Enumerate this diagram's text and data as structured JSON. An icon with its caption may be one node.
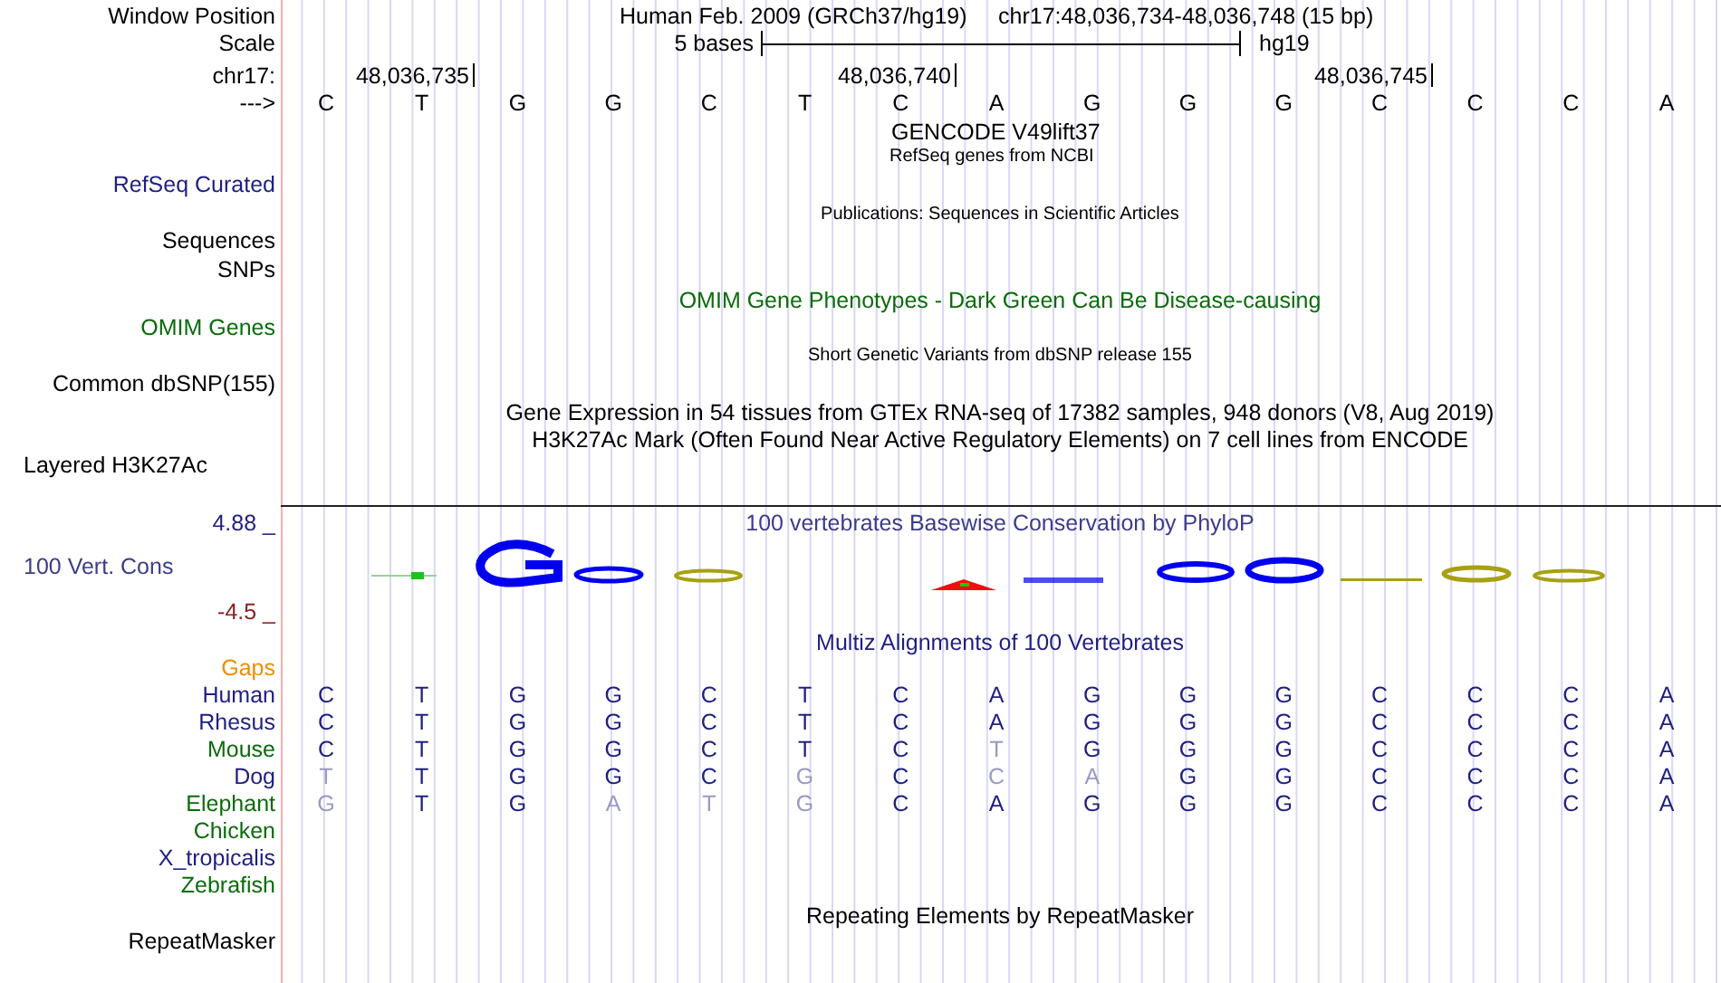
{
  "diagram": {
    "labels": [
      "Window Position",
      "Human Feb. 2009 (GRCh37/hg19)",
      "chr17:48,036,734-48,036,748 (15 bp)",
      "Scale",
      "5 bases",
      "hg19",
      "chr17:",
      "48,036,735",
      "48,036,740",
      "48,036,745",
      "--->",
      "C",
      "T",
      "G",
      "G",
      "C",
      "T",
      "C",
      "A",
      "G",
      "G",
      "G",
      "C",
      "C",
      "C",
      "A",
      "GENCODE V49lift37",
      "RefSeq genes from NCBI",
      "RefSeq Curated",
      "Publications: Sequences in Scientific Articles",
      "Sequences",
      "SNPs",
      "OMIM Gene Phenotypes - Dark Green Can Be Disease-causing",
      "OMIM Genes",
      "Short Genetic Variants from dbSNP release 155",
      "Common dbSNP(155)",
      "Gene Expression in 54 tissues from GTEx RNA-seq of 17382 samples, 948 donors (V8, Aug 2019)",
      "H3K27Ac Mark (Often Found Near Active Regulatory Elements) on 7 cell lines from ENCODE",
      "Layered H3K27Ac",
      "4.88 _",
      "100 vertebrates Basewise Conservation by PhyloP",
      "100 Vert. Cons",
      "-4.5 _",
      "Multiz Alignments of 100 Vertebrates",
      "Gaps",
      "Human",
      "C",
      "T",
      "G",
      "G",
      "C",
      "T",
      "C",
      "A",
      "G",
      "G",
      "G",
      "C",
      "C",
      "C",
      "A",
      "Rhesus",
      "C",
      "T",
      "G",
      "G",
      "C",
      "T",
      "C",
      "A",
      "G",
      "G",
      "G",
      "C",
      "C",
      "C",
      "A",
      "Mouse",
      "C",
      "T",
      "G",
      "G",
      "C",
      "T",
      "C",
      "T",
      "G",
      "G",
      "G",
      "C",
      "C",
      "C",
      "A",
      "Dog",
      "T",
      "T",
      "G",
      "G",
      "C",
      "G",
      "C",
      "C",
      "A",
      "G",
      "G",
      "C",
      "C",
      "C",
      "A",
      "Elephant",
      "G",
      "T",
      "G",
      "A",
      "T",
      "G",
      "C",
      "A",
      "G",
      "G",
      "G",
      "C",
      "C",
      "C",
      "A",
      "Chicken",
      "X_tropicalis",
      "Zebrafish",
      "Repeating Elements by RepeatMasker",
      "RepeatMasker"
    ]
  }
}
